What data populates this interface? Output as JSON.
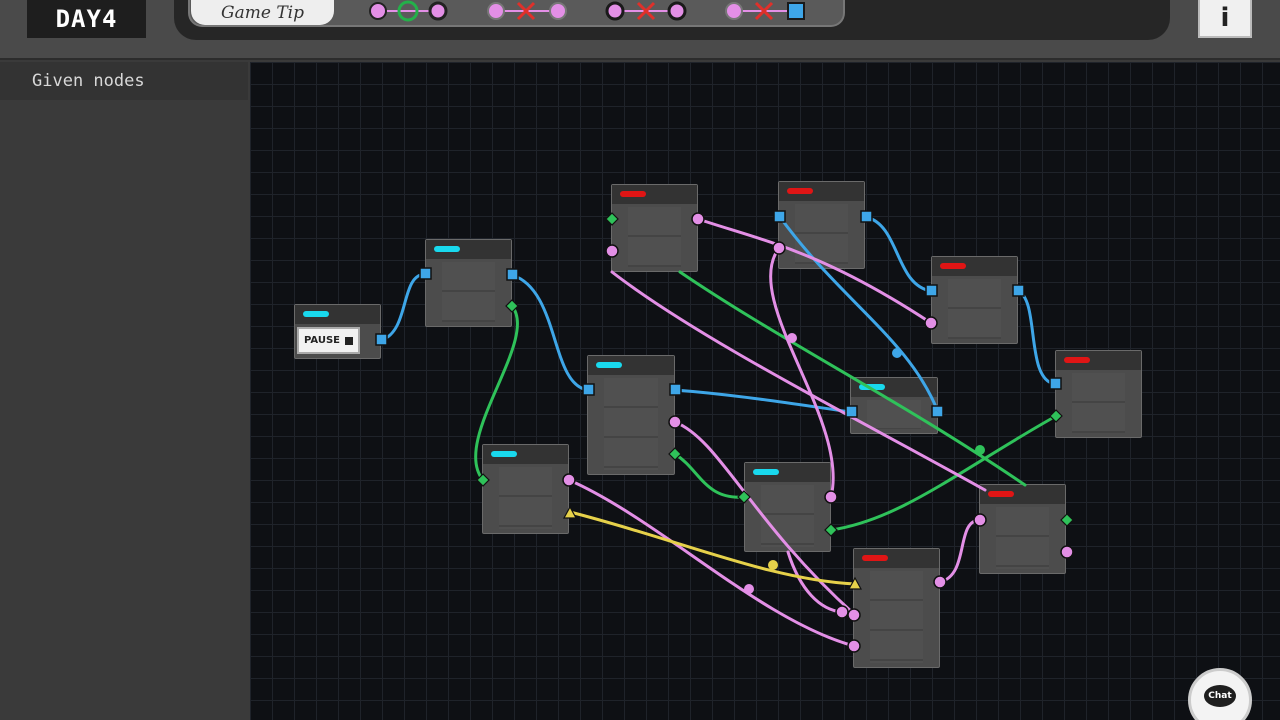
{
  "header": {
    "day_label": "DAY4",
    "game_tip_label": "Game Tip",
    "info_label": "i"
  },
  "legend": [
    {
      "left": "circle",
      "mid": "circle-outline",
      "right": "circle",
      "left_color": "#e38fe6",
      "mid_color": "#24b04a",
      "right_color": "#e38fe6",
      "meaning": "compatible"
    },
    {
      "left": "circle",
      "mid": "x-icon",
      "right": "circle",
      "left_color": "#e38fe6",
      "mid_color": "#e0302a",
      "right_color": "#e38fe6",
      "meaning": "incompatible"
    },
    {
      "left": "circle",
      "mid": "x-icon",
      "right": "circle",
      "left_color": "#1a1a1a",
      "mid_color": "#e0302a",
      "right_color": "#e38fe6",
      "meaning": "incompatible"
    },
    {
      "left": "circle",
      "mid": "x-icon",
      "right": "square",
      "left_color": "#e38fe6",
      "mid_color": "#e0302a",
      "right_color": "#3ea6e8",
      "meaning": "incompatible"
    }
  ],
  "sidebar": {
    "header": "Given nodes"
  },
  "pause_node": {
    "button_label": "PAUSE",
    "icon": "stop-square-icon"
  },
  "chat": {
    "label": "Chat"
  },
  "colors": {
    "signal_blue": "#3ea6e8",
    "signal_pink": "#e38fe6",
    "signal_green": "#2fc25a",
    "signal_yellow": "#e6d14a",
    "header_cyan": "#19d9ee",
    "header_red": "#e01515"
  }
}
